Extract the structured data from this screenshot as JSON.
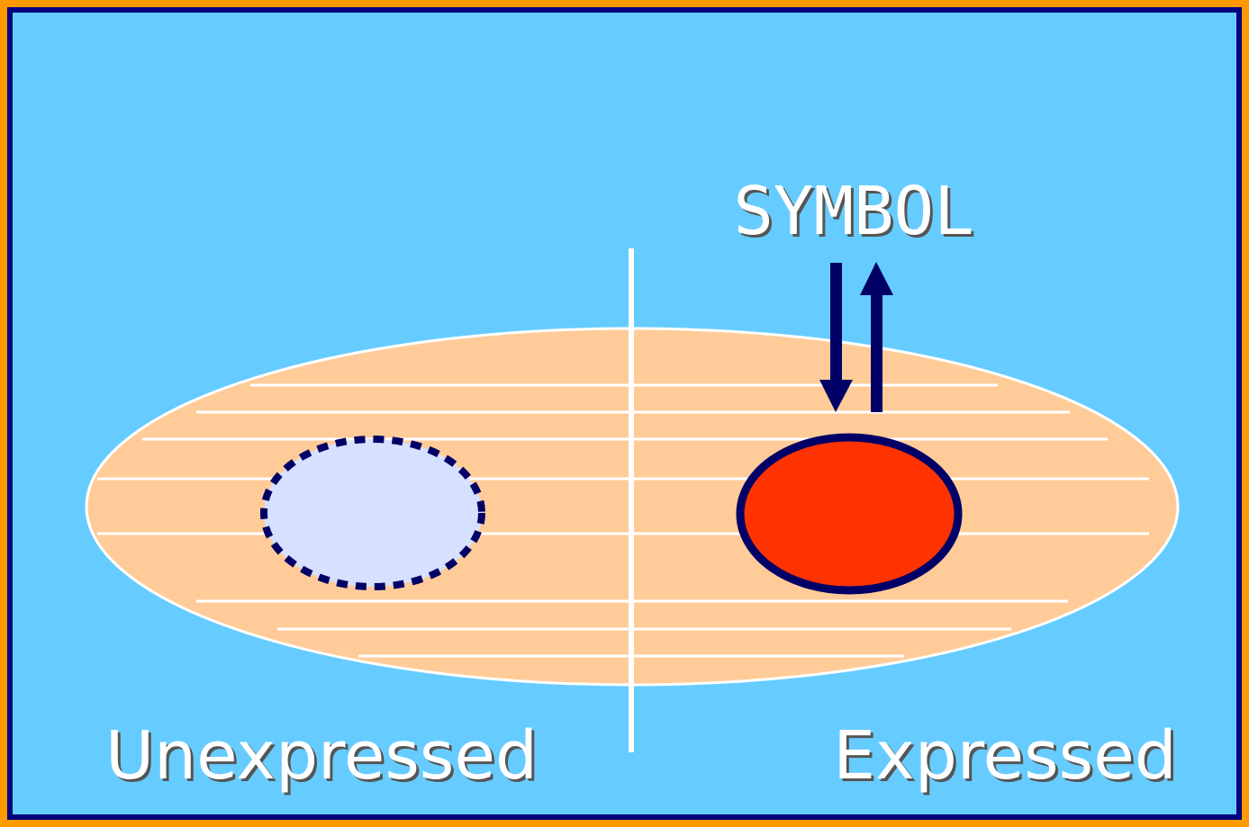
{
  "diagram": {
    "symbol_label": "SYMBOL",
    "left_label": "Unexpressed",
    "right_label": "Expressed"
  },
  "colors": {
    "background": "#66ccff",
    "border_outer": "#ff9900",
    "border_inner": "#000080",
    "cell_fill": "#ffcc99",
    "cell_stroke": "#ffffff",
    "unexpressed_fill": "#d6e0ff",
    "expressed_fill": "#ff3300",
    "arrow_color": "#000066",
    "outline_color": "#000066"
  },
  "icons": {
    "arrow_down": "arrow-down-icon",
    "arrow_up": "arrow-up-icon"
  }
}
